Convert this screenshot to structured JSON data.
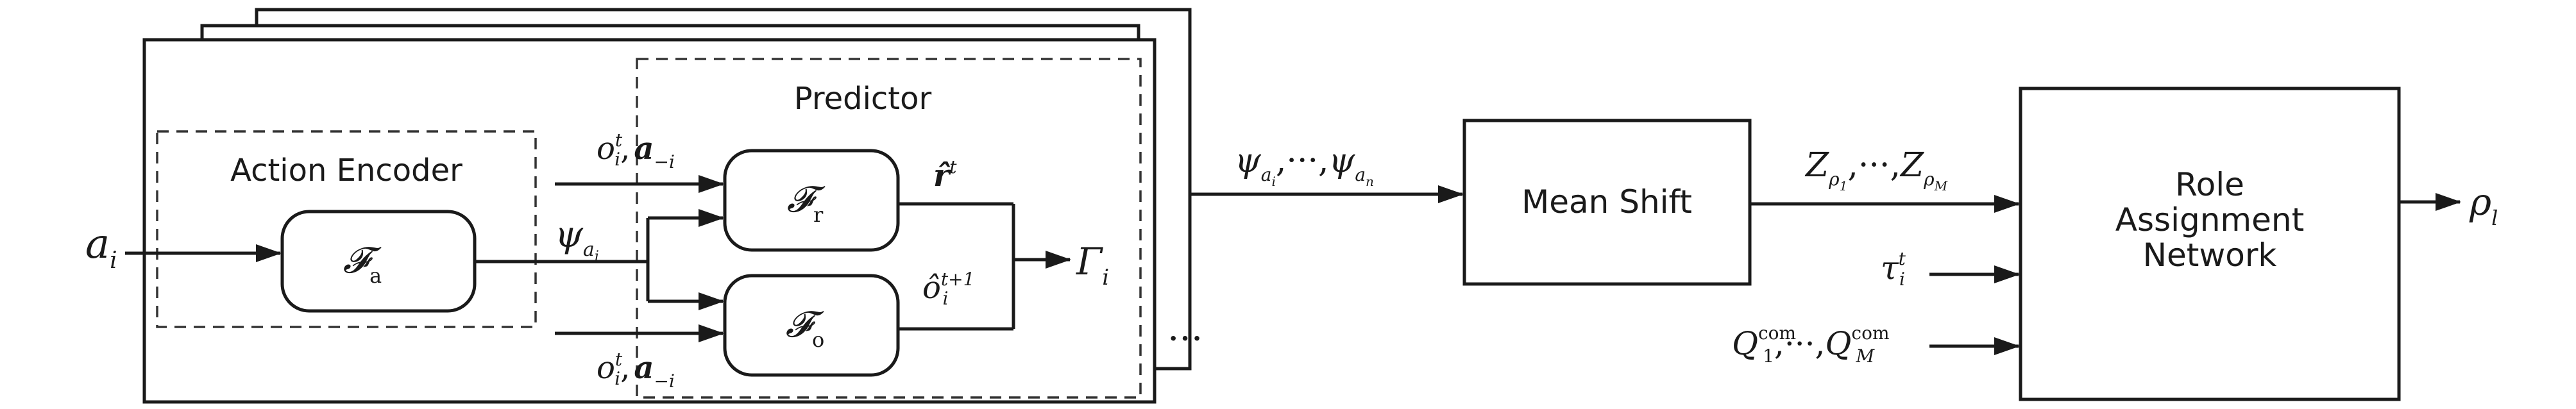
{
  "labels": {
    "action_encoder": "Action Encoder",
    "predictor": "Predictor",
    "mean_shift": "Mean Shift",
    "role_assignment_line1": "Role",
    "role_assignment_line2": "Assignment",
    "role_assignment_line3": "Network",
    "stack_ellipsis": "···"
  },
  "symbols": {
    "input_base": "a",
    "input_sub": "i",
    "F": "𝓕",
    "Fa_sub": "a",
    "Fr_sub": "r",
    "Fo_sub": "o",
    "psi": "ψ",
    "psi_sub": "a",
    "psi_subsub_i": "i",
    "psi_subsub_n": "n",
    "o": "o",
    "o_sub": "i",
    "o_sup": "t",
    "comma": ",",
    "a_bold": "a",
    "a_bold_sub": "−i",
    "r_hat": "r̂",
    "r_hat_sup": "t",
    "o_hat": "ô",
    "o_hat_sub": "i",
    "o_hat_sup": "t+1",
    "gamma": "Γ",
    "gamma_sub": "i",
    "dots": "···",
    "Z": "Z",
    "rho": "ρ",
    "rho_sub_1": "1",
    "rho_sub_M": "M",
    "tau": "τ",
    "tau_sub": "i",
    "tau_sup": "t",
    "Q": "Q",
    "Q_sub_1": "1",
    "Q_sub_M": "M",
    "Q_sup": "com",
    "output_sub": "l"
  }
}
